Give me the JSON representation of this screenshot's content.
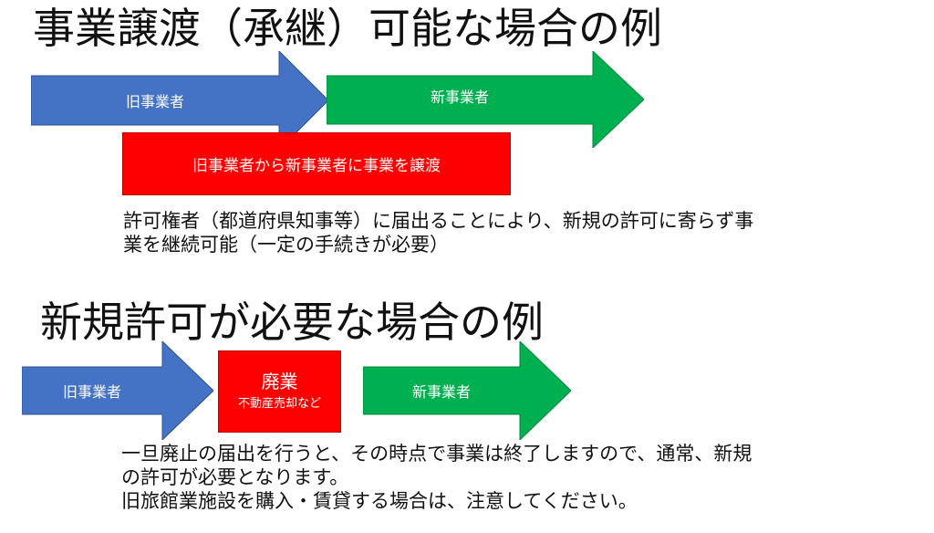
{
  "section1": {
    "title": "事業譲渡（承継）可能な場合の例",
    "arrow_old": "旧事業者",
    "arrow_new": "新事業者",
    "transfer_box": "旧事業者から新事業者に事業を譲渡",
    "desc_line1": "許可権者（都道府県知事等）に届出ることにより、新規の許可に寄らず事",
    "desc_line2": "業を継続可能（一定の手続きが必要）"
  },
  "section2": {
    "title": "新規許可が必要な場合の例",
    "arrow_old": "旧事業者",
    "closure_main": "廃業",
    "closure_sub": "不動産売却など",
    "arrow_new": "新事業者",
    "desc_line1": "一旦廃止の届出を行うと、その時点で事業は終了しますので、通常、新規",
    "desc_line2": "の許可が必要となります。",
    "desc_line3": "旧旅館業施設を購入・賃貸する場合は、注意してください。"
  },
  "colors": {
    "blue_arrow": "#4472c4",
    "green_arrow": "#00b050",
    "red_box": "#ff0000"
  }
}
